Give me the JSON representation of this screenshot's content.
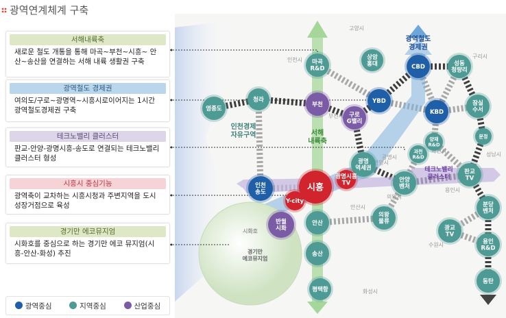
{
  "title": "광역연계체계 구축",
  "panels": [
    {
      "header": "서해내륙축",
      "body": "새로운 철도 개통을 통해 마곡~부천~시흥~ 안산~송산을 연결하는 서해 내륙 생활권 구축",
      "color": "#dfe8c6"
    },
    {
      "header": "광역철도 경제권",
      "body": "여의도/구로~광명역~시흥시로이어지는 1시간 광역철도경제권 구축",
      "color": "#b9d6ea"
    },
    {
      "header": "테크노밸리 클러스터",
      "body": "판교-안양-광명시흥-송도로 연결되는 테크노밸리 클러스터 형성",
      "color": "#ddd5e8"
    },
    {
      "header": "시흥시 중심기능",
      "body": "광역축이 교차하는 시흥시청과 주변지역을 도시성장거점으로 육성",
      "color": "#f5d3d6"
    },
    {
      "header": "경기만 에코뮤지엄",
      "body": "시화호를 중심으로 하는 경기만 에코 뮤지엄(시흥-안산-화성) 추진",
      "color": "#dfe8c6"
    }
  ],
  "legend": [
    {
      "label": "광역중심",
      "color": "#1f5fa8"
    },
    {
      "label": "지역중심",
      "color": "#4e9a94"
    },
    {
      "label": "산업중심",
      "color": "#7c5ba6"
    }
  ],
  "map": {
    "axis_labels": {
      "west_inland": "서해 내륙축",
      "rail_economy": "광역철도 경제권",
      "incheon_fez": "인천경제 자유구역",
      "techno_valley": "테크노밸리 클러스터",
      "eco_museum": "경기만 에코뮤지엄",
      "sihwa_lake": "시화호"
    },
    "city_labels": [
      "고양시",
      "구리시",
      "인천시",
      "부천시",
      "광명시",
      "과천시",
      "안양시",
      "성남시",
      "의왕시",
      "용인시",
      "안산시",
      "수원시",
      "화성시"
    ],
    "nodes": [
      {
        "name": "마곡 R&D",
        "type": "regional"
      },
      {
        "name": "상암 홍대",
        "type": "regional"
      },
      {
        "name": "CBD",
        "type": "metro"
      },
      {
        "name": "성동 청량리",
        "type": "regional"
      },
      {
        "name": "청라",
        "type": "regional"
      },
      {
        "name": "영종도",
        "type": "regional"
      },
      {
        "name": "부천",
        "type": "industry"
      },
      {
        "name": "YBD",
        "type": "metro"
      },
      {
        "name": "KBD",
        "type": "metro"
      },
      {
        "name": "잠실 수서",
        "type": "regional"
      },
      {
        "name": "구로 G밸리",
        "type": "industry"
      },
      {
        "name": "문정",
        "type": "regional"
      },
      {
        "name": "양재 R&D",
        "type": "regional"
      },
      {
        "name": "과천 R&D",
        "type": "regional"
      },
      {
        "name": "광명 역세권",
        "type": "regional"
      },
      {
        "name": "인천 송도",
        "type": "metro"
      },
      {
        "name": "시흥",
        "type": "core"
      },
      {
        "name": "광명시흥 TV",
        "type": "core"
      },
      {
        "name": "안양 벤처",
        "type": "regional"
      },
      {
        "name": "판교 TV",
        "type": "regional"
      },
      {
        "name": "Y-city",
        "type": "core"
      },
      {
        "name": "반월 시화",
        "type": "industry"
      },
      {
        "name": "안산",
        "type": "regional"
      },
      {
        "name": "의왕 물류",
        "type": "regional"
      },
      {
        "name": "분당 벤처",
        "type": "regional"
      },
      {
        "name": "광교 TV",
        "type": "regional"
      },
      {
        "name": "송산",
        "type": "regional"
      },
      {
        "name": "용인 R&D",
        "type": "regional"
      },
      {
        "name": "동탄",
        "type": "regional"
      },
      {
        "name": "평택항",
        "type": "regional"
      }
    ]
  }
}
